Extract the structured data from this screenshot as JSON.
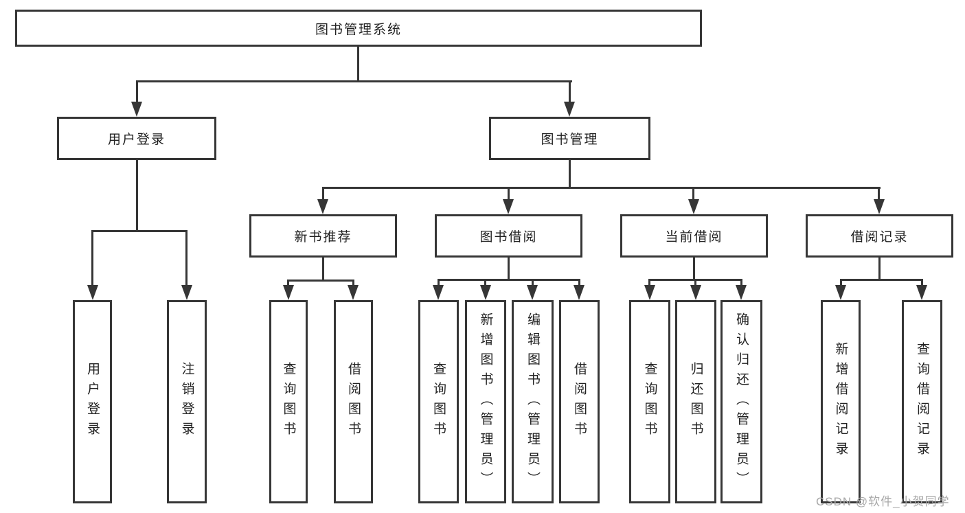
{
  "diagram": {
    "root": "图书管理系统",
    "level2": {
      "user_login": "用户登录",
      "book_mgmt": "图书管理"
    },
    "user_login_children": [
      "用户登录",
      "注销登录"
    ],
    "level3": [
      "新书推荐",
      "图书借阅",
      "当前借阅",
      "借阅记录"
    ],
    "new_book_children": [
      "查询图书",
      "借阅图书"
    ],
    "book_borrow_children": [
      "查询图书",
      "新增图书（管理员）",
      "编辑图书（管理员）",
      "借阅图书"
    ],
    "current_borrow_children": [
      "查询图书",
      "归还图书",
      "确认归还（管理员）"
    ],
    "borrow_record_children": [
      "新增借阅记录",
      "查询借阅记录"
    ]
  },
  "watermark": "CSDN @软件_小贺同学",
  "colors": {
    "line": "#363636",
    "text": "#222222",
    "watermark": "#a8a8a8",
    "background": "#ffffff"
  }
}
